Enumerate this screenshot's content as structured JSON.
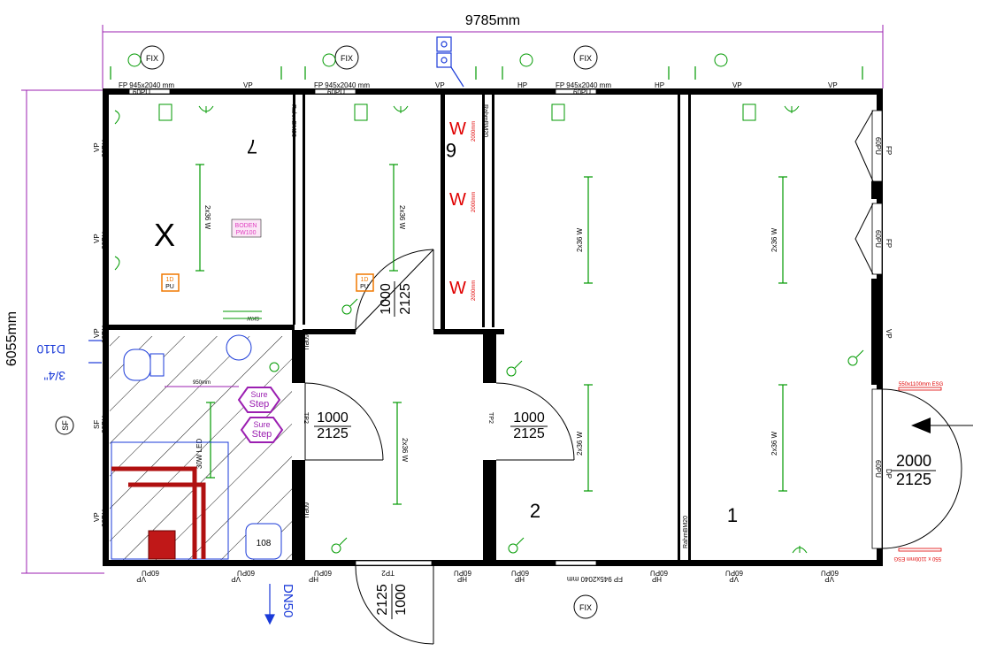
{
  "dims": {
    "overall_width": "9785mm",
    "overall_depth": "6055mm"
  },
  "window_labels": {
    "fp": "FP 945x2040 mm",
    "vp": "VP",
    "hp": "HP",
    "pu": "60PU",
    "rahm": "RahmBM20"
  },
  "side_labels": {
    "vp": "VP",
    "sf": "SF",
    "fp": "FP",
    "dp": "DP"
  },
  "doors": {
    "door_std_w": "1000",
    "door_std_h": "2125",
    "entrance_w": "2000",
    "entrance_h": "2125",
    "tp": "TP2"
  },
  "rooms": {
    "r1": "1",
    "r2": "2",
    "r6": "6",
    "r7": "7",
    "mark_x": "X"
  },
  "light_label": "2x36 W",
  "light_label_led": "30W LED",
  "heater_label": "W",
  "heater_sub": "2000mm",
  "fix_label": "FIX",
  "pu_box_top": "1D",
  "pu_box_bot": "PU",
  "boden_top": "BODEN",
  "boden_bot": "PW100",
  "sure_step": {
    "top": "Sure",
    "bot": "Step"
  },
  "drain_label": "DN50",
  "pipe_labels": {
    "d110": "D110",
    "d34": "3/4\""
  },
  "sf_circle": "SF",
  "wc_number": "108",
  "dim_950": "950mm",
  "skw": "SKW",
  "esg_top": "550x1100mm ESG",
  "esg_bot": "550 x 1100mm ESG",
  "colors": {
    "wall": "#000000",
    "dim": "#9b1fb1",
    "green": "#009a00",
    "red": "#e00000",
    "blue": "#1a3ad8",
    "orange": "#f07800",
    "purple": "#9b1fb1",
    "pink": "#e040c0"
  }
}
